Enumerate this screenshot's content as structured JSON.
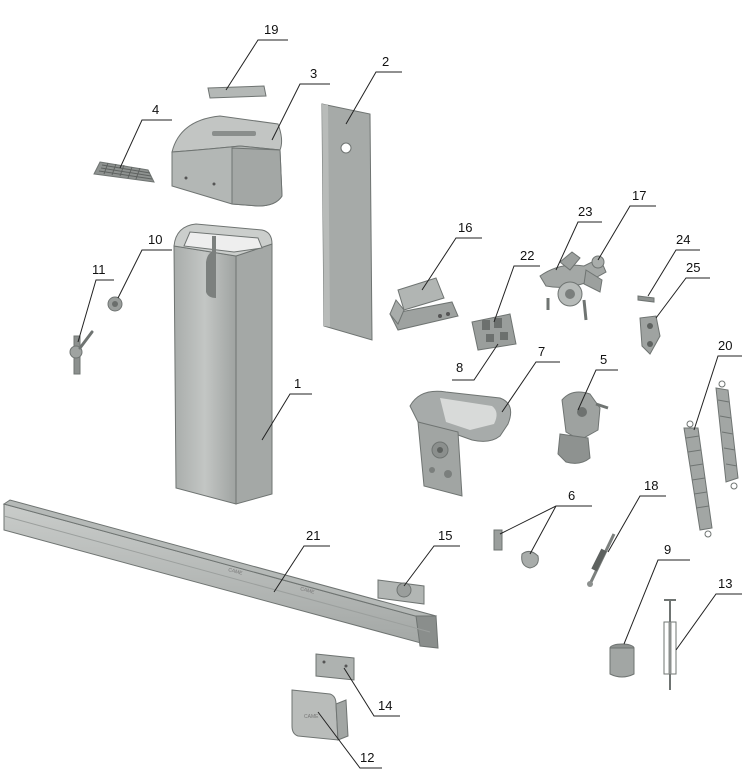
{
  "labels": {
    "p1": "1",
    "p2": "2",
    "p3": "3",
    "p4": "4",
    "p5": "5",
    "p6": "6",
    "p7": "7",
    "p8": "8",
    "p9": "9",
    "p10": "10",
    "p11": "11",
    "p12": "12",
    "p13": "13",
    "p14": "14",
    "p15": "15",
    "p16": "16",
    "p17": "17",
    "p18": "18",
    "p19": "19",
    "p20": "20",
    "p21": "21",
    "p22": "22",
    "p23": "23",
    "p24": "24",
    "p25": "25"
  },
  "colors": {
    "metal": "#b7bbb9",
    "metal_dark": "#8f9492",
    "metal_light": "#d4d7d5",
    "mechanism": "#9a9e9c",
    "text": "#111111"
  }
}
